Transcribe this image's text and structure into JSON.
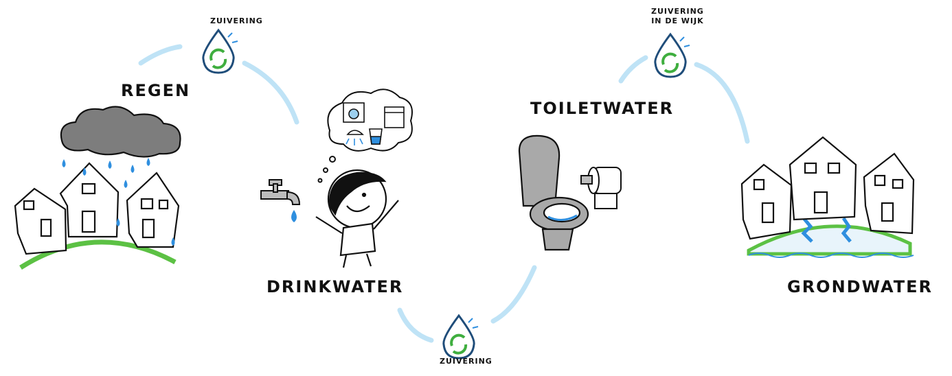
{
  "labels": {
    "regen": "REGEN",
    "drinkwater": "DRINKWATER",
    "toiletwater": "TOILETWATER",
    "grondwater": "GRONDWATER"
  },
  "purification": {
    "top_left": "ZUIVERING",
    "bottom": "ZUIVERING",
    "top_right_line1": "ZUIVERING",
    "top_right_line2": "IN DE WIJK"
  },
  "colors": {
    "water_path": "#bfe3f6",
    "water_blue": "#2f8fdf",
    "drop_outline": "#1f4d7a",
    "recycle_green": "#3fae3f",
    "grass_green": "#5cc144",
    "cloud_grey": "#7d7d7d",
    "toilet_grey": "#a9a9a9"
  },
  "icons": [
    "rain-cloud-icon",
    "house-icon",
    "tap-icon",
    "person-icon",
    "thought-cloud-icon",
    "washing-machine-icon",
    "dishwasher-icon",
    "shower-icon",
    "glass-icon",
    "toilet-icon",
    "toilet-paper-icon",
    "water-drop-recycle-icon",
    "earth-icon"
  ]
}
